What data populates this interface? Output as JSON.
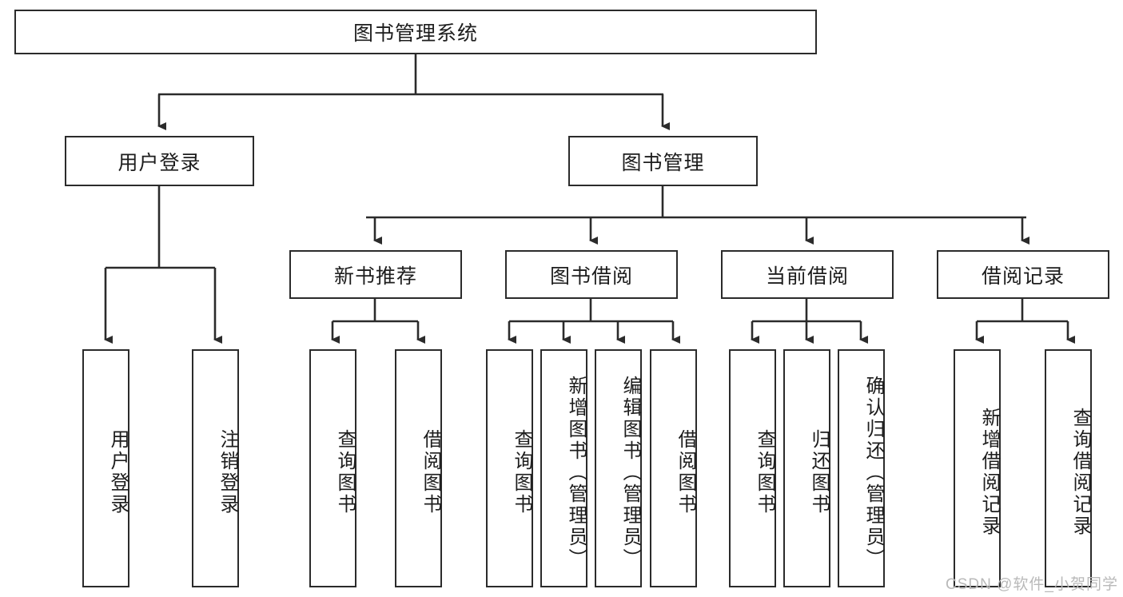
{
  "diagram": {
    "type": "tree-org-chart",
    "title": "图书管理系统",
    "colors": {
      "box_border": "#2b2b2b",
      "box_fill": "#ffffff",
      "line": "#2b2b2b",
      "text": "#1d1d1d",
      "watermark": "#b9b9b9",
      "background": "#ffffff"
    },
    "root": {
      "label": "图书管理系统"
    },
    "level2": [
      {
        "label": "用户登录"
      },
      {
        "label": "图书管理"
      }
    ],
    "level3": [
      {
        "label": "新书推荐"
      },
      {
        "label": "图书借阅"
      },
      {
        "label": "当前借阅"
      },
      {
        "label": "借阅记录"
      }
    ],
    "leaves": {
      "user_login": [
        {
          "label": "用户登录"
        },
        {
          "label": "注销登录"
        }
      ],
      "new_book_recommend": [
        {
          "label": "查询图书"
        },
        {
          "label": "借阅图书"
        }
      ],
      "book_borrow": [
        {
          "label": "查询图书"
        },
        {
          "label": "新增图书（管理员）"
        },
        {
          "label": "编辑图书（管理员）"
        },
        {
          "label": "借阅图书"
        }
      ],
      "current_borrow": [
        {
          "label": "查询图书"
        },
        {
          "label": "归还图书"
        },
        {
          "label": "确认归还（管理员）"
        }
      ],
      "borrow_record": [
        {
          "label": "新增借阅记录"
        },
        {
          "label": "查询借阅记录"
        }
      ]
    }
  },
  "watermark": {
    "text": "CSDN @软件_小贺同学"
  }
}
